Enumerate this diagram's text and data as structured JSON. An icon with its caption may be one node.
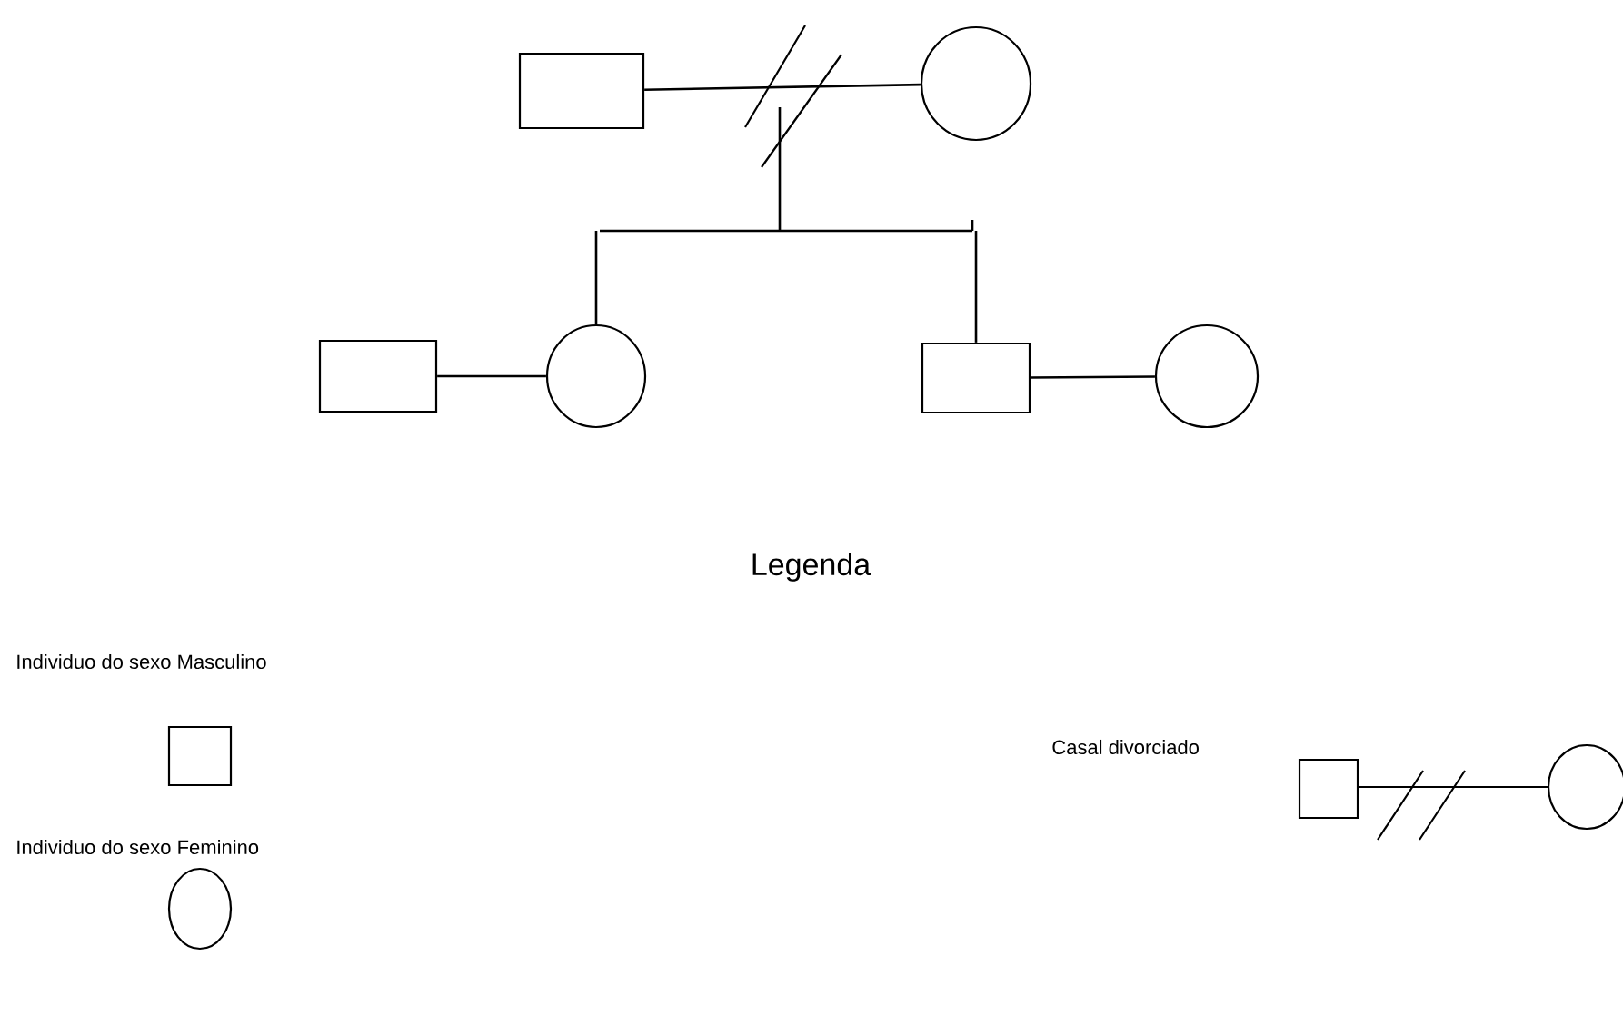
{
  "diagram": {
    "nodes": [
      {
        "text": [],
        "shape": "box"
      },
      {
        "text": [],
        "shape": "circle"
      },
      {
        "text": [],
        "shape": "box"
      },
      {
        "text": [],
        "shape": "circle"
      },
      {
        "text": [],
        "shape": "box"
      },
      {
        "text": [],
        "shape": "circle"
      }
    ],
    "edges": [
      {
        "from": 0,
        "to": 1,
        "arrow": "none"
      },
      {
        "from": null,
        "to": 3,
        "arrow": "none"
      },
      {
        "from": null,
        "to": 4,
        "arrow": "none"
      },
      {
        "from": 2,
        "to": 3,
        "arrow": "none"
      },
      {
        "from": 4,
        "to": 5,
        "arrow": "none"
      }
    ],
    "labels": [
      "Legenda"
    ],
    "legend": [
      {
        "text": "Individuo do sexo Masculino"
      },
      {
        "text": "Individuo do sexo Feminino"
      },
      {
        "text": "Casal divorciado"
      }
    ]
  }
}
